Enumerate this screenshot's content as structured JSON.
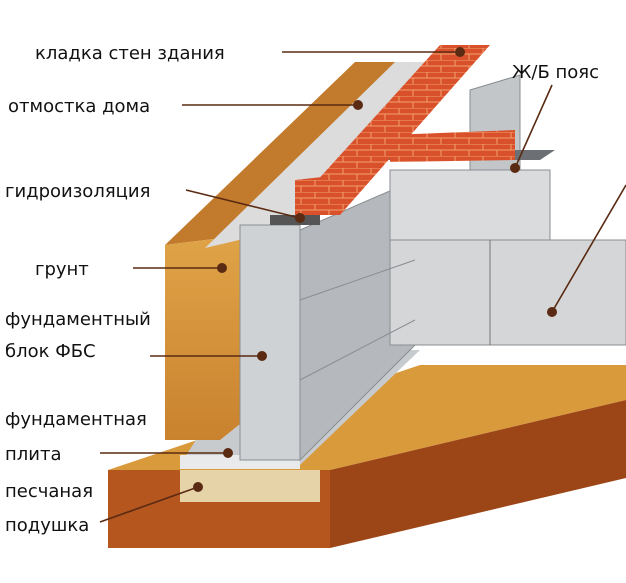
{
  "labels": {
    "wall_masonry": "кладка стен здания",
    "blind_area": "отмостка дома",
    "rc_belt": "Ж/Б пояс",
    "waterproofing": "гидроизоляция",
    "soil": "грунт",
    "fbs_block_line1": "фундаментный",
    "fbs_block_line2": "блок ФБС",
    "slab_line1": "фундаментная",
    "slab_line2": "плита",
    "sand_line1": "песчаная",
    "sand_line2": "подушка"
  },
  "colors": {
    "brick": "#d9512a",
    "soil_top": "#c27a2c",
    "soil_face": "#d99a3c",
    "base_front": "#b5561f",
    "sand": "#e7d3a8",
    "concrete": "#d4d6d8",
    "leader": "#5a2a12"
  }
}
